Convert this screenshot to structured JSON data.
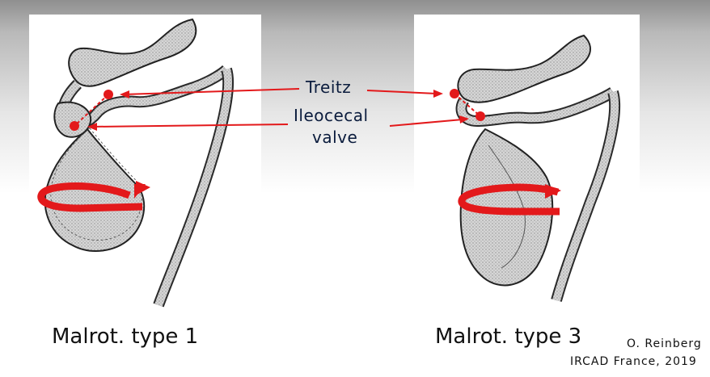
{
  "labels": {
    "treitz": "Treitz",
    "ileocecal_line1": "Ileocecal",
    "ileocecal_line2": "valve"
  },
  "captions": {
    "left": "Malrot. type 1",
    "right": "Malrot. type 3"
  },
  "credits": {
    "author": "O. Reinberg",
    "institution": "IRCAD France, 2019"
  },
  "colors": {
    "annotation_red": "#e3191b",
    "label_text": "#0b1c3d",
    "bowel_fill": "#cfcfcf"
  }
}
